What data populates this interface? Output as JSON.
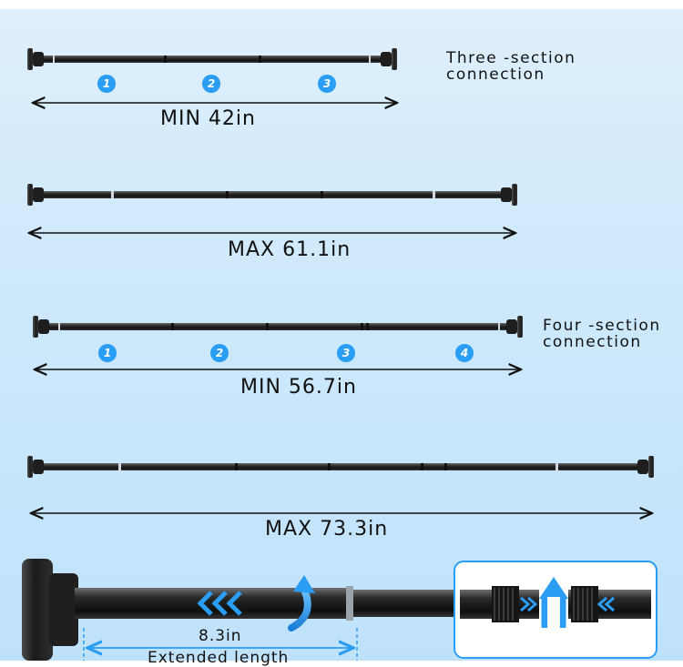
{
  "colors": {
    "background_top": "#dff0fb",
    "background_bottom": "#bfe2fb",
    "accent_blue": "#2a9df4",
    "rod_dark": "#2b2b2b",
    "arrow_line": "#111111"
  },
  "sections": {
    "three": {
      "title_line1": "Three -section",
      "title_line2": "connection",
      "markers": [
        "1",
        "2",
        "3"
      ],
      "min_label": "MIN 42in",
      "max_label": "MAX 61.1in"
    },
    "four": {
      "title_line1": "Four -section",
      "title_line2": "connection",
      "markers": [
        "1",
        "2",
        "3",
        "4"
      ],
      "min_label": "MIN 56.7in",
      "max_label": "MAX 73.3in"
    }
  },
  "detail": {
    "extension_value": "8.3in",
    "extension_caption": "Extended length",
    "icons": [
      "chevrons-left-icon",
      "curved-arrow-up-icon",
      "chevrons-right-icon",
      "chevrons-left-icon"
    ]
  }
}
